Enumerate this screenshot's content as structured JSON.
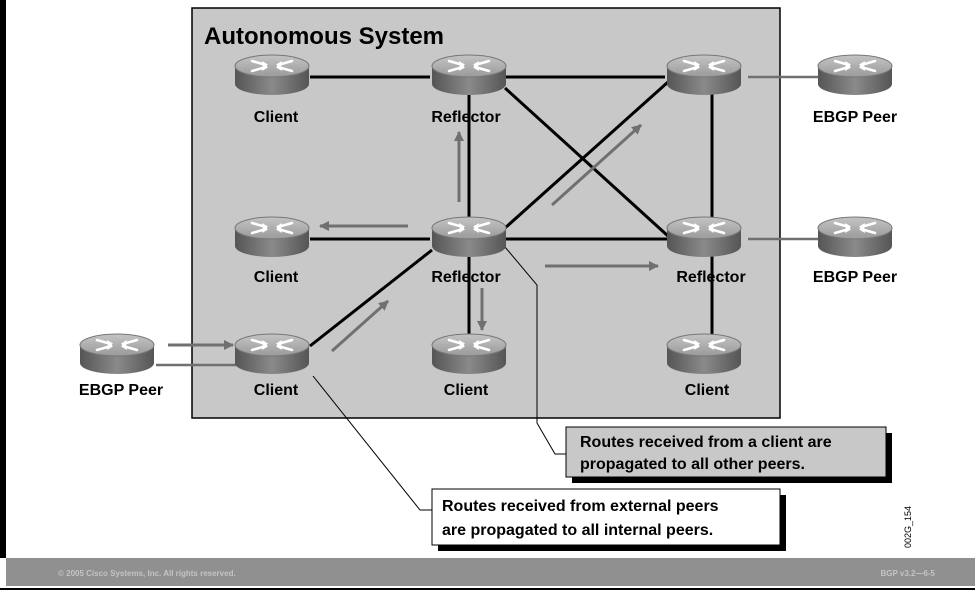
{
  "title": "Autonomous System",
  "routers": [
    {
      "id": "r1",
      "label": "Client"
    },
    {
      "id": "r2",
      "label": "Reflector"
    },
    {
      "id": "r3",
      "label": ""
    },
    {
      "id": "r4",
      "label": "EBGP Peer"
    },
    {
      "id": "r5",
      "label": "Client"
    },
    {
      "id": "r6",
      "label": "Reflector"
    },
    {
      "id": "r7",
      "label": "Reflector"
    },
    {
      "id": "r8",
      "label": "EBGP Peer"
    },
    {
      "id": "r9",
      "label": "EBGP Peer"
    },
    {
      "id": "r10",
      "label": "Client"
    },
    {
      "id": "r11",
      "label": "Client"
    },
    {
      "id": "r12",
      "label": "Client"
    }
  ],
  "callouts": [
    {
      "line1": "Routes received from a client are",
      "line2": "propagated to all other peers."
    },
    {
      "line1": "Routes received from external peers",
      "line2": "are propagated to all internal peers."
    }
  ],
  "figure_id": "002G_154",
  "footer": {
    "copyright": "© 2005 Cisco Systems, Inc. All rights reserved.",
    "course_code": "BGP v3.2—6-5"
  },
  "colors": {
    "as_fill": "#c8c8c8",
    "router_top": "#b0b0b0",
    "router_side": "#6a6a6a",
    "arrow": "#707070",
    "link": "#000000",
    "callout_fill": "#c8c8c8"
  }
}
